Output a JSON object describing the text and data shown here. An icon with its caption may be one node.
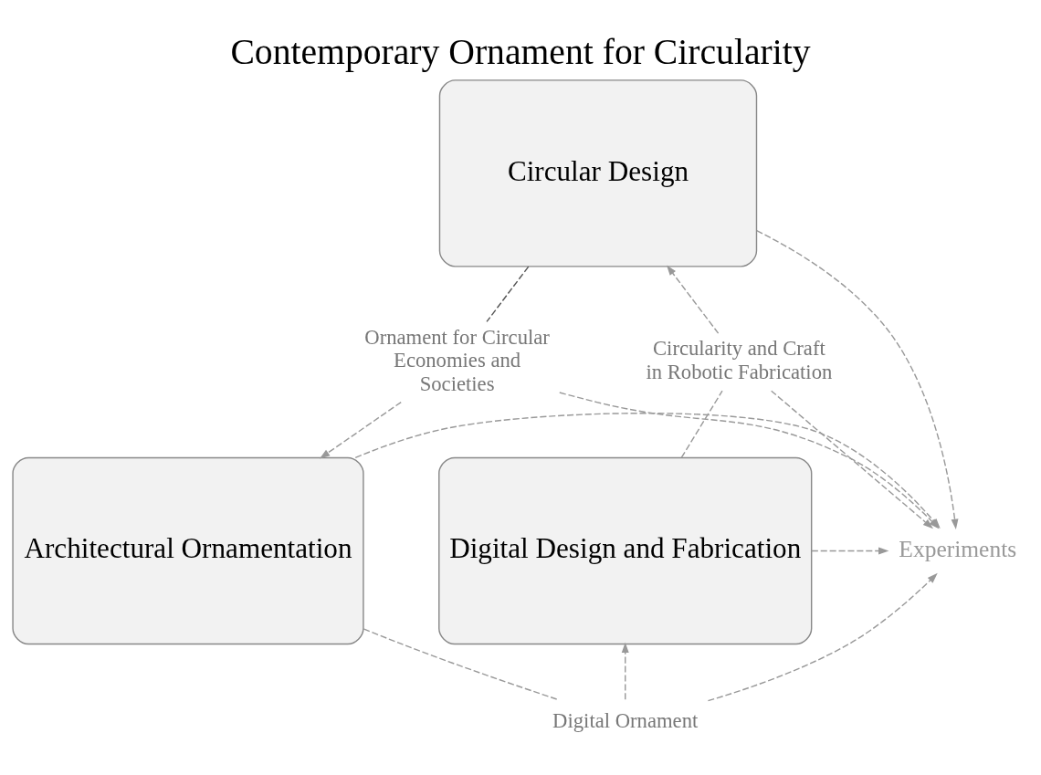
{
  "diagram": {
    "title": "Contemporary Ornament for Circularity",
    "nodes": [
      {
        "text": [
          "Circular Design"
        ]
      },
      {
        "text": [
          "Ornament for Circular Economies and Societies"
        ]
      },
      {
        "text": [
          "Circularity and Craft in Robotic Fabrication"
        ]
      },
      {
        "text": [
          "Experiments"
        ]
      },
      {
        "text": [
          "Architectural Ornamentation"
        ]
      },
      {
        "text": [
          "Digital Design and Fabrication"
        ]
      },
      {
        "text": [
          "Digital Ornament"
        ]
      }
    ],
    "edges": [
      {
        "from": 0,
        "to": 1,
        "arrow": "none",
        "style": "dashed",
        "color": "#555555"
      },
      {
        "from": 1,
        "to": 4,
        "arrow": "to",
        "style": "dashed"
      },
      {
        "from": 1,
        "to": 3,
        "arrow": "to",
        "style": "dashed"
      },
      {
        "from": 0,
        "to": 3,
        "arrow": "to",
        "style": "dashed"
      },
      {
        "from": 2,
        "to": 3,
        "arrow": "to",
        "style": "dashed"
      },
      {
        "from": 5,
        "to": 2,
        "arrow": "none",
        "style": "dashed"
      },
      {
        "from": 2,
        "to": 0,
        "arrow": "to",
        "style": "dashed"
      },
      {
        "from": 5,
        "to": 3,
        "arrow": "to",
        "style": "dashed"
      },
      {
        "from": 4,
        "to": 3,
        "arrow": "to",
        "style": "dashed"
      },
      {
        "from": 6,
        "to": 3,
        "arrow": "to",
        "style": "dashed"
      },
      {
        "from": 4,
        "to": 6,
        "arrow": "none",
        "style": "dashed"
      },
      {
        "from": 6,
        "to": 5,
        "arrow": "to",
        "style": "dashed"
      }
    ]
  }
}
